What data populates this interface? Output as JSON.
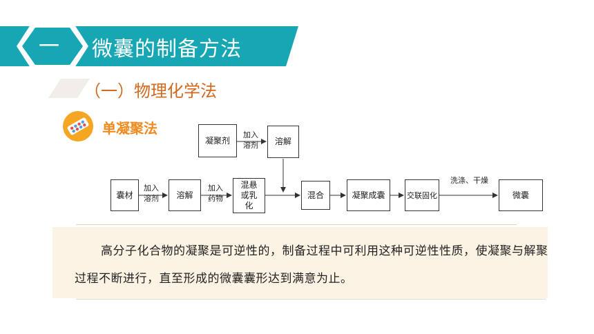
{
  "header": {
    "section_number": "一",
    "title": "微囊的制备方法",
    "accent_color": "#17a7b4"
  },
  "subheading": "（一）物理化学法",
  "method": {
    "label": "单凝聚法",
    "icon": "pill-capsules-icon"
  },
  "flowchart": {
    "nodes": {
      "coacervant": "凝聚剂",
      "dissolve_top": "溶解",
      "core": "囊材",
      "dissolve": "溶解",
      "suspension": "混悬或乳化",
      "mix": "混合",
      "coacervate": "凝聚成囊",
      "crosslink": "交联固化",
      "microcapsule": "微囊"
    },
    "labels": {
      "add_solvent_top": "加入\n溶剂",
      "add_solvent": "加入\n溶剂",
      "add_drug": "加入\n药物",
      "wash_dry": "洗涤、干燥"
    }
  },
  "note": {
    "text": "高分子化合物的凝聚是可逆性的，制备过程中可利用这种可逆性性质，使凝聚与解聚过程不断进行，直至形成的微囊囊形达到满意为止。"
  }
}
